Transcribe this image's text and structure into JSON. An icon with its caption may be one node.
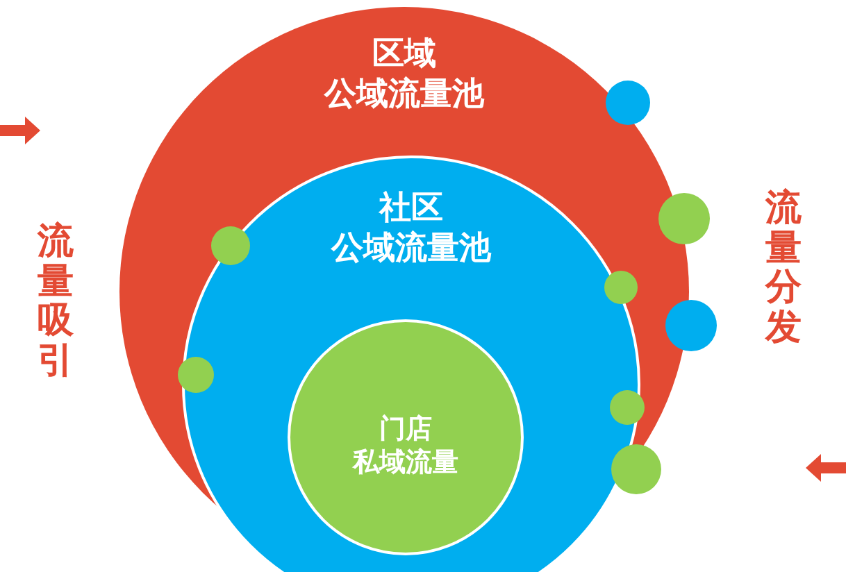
{
  "diagram": {
    "nodes": [
      {
        "text": [
          "区域",
          "公域流量池"
        ]
      },
      {
        "text": [
          "社区",
          "公域流量池"
        ],
        "in": 0
      },
      {
        "text": [
          "门店",
          "私域流量"
        ],
        "in": 1
      },
      {
        "text": [],
        "shape": "circle",
        "in": 0
      },
      {
        "text": [],
        "shape": "circle",
        "in": 1
      },
      {
        "text": [],
        "shape": "circle",
        "in": 1
      },
      {
        "text": [],
        "shape": "circle",
        "in": 0
      },
      {
        "text": [],
        "shape": "circle",
        "in": 0
      },
      {
        "text": [],
        "shape": "circle",
        "in": 0
      },
      {
        "text": [],
        "shape": "circle"
      },
      {
        "text": [],
        "shape": "circle"
      }
    ],
    "labels": [
      "流量吸引",
      "流量分发"
    ]
  }
}
